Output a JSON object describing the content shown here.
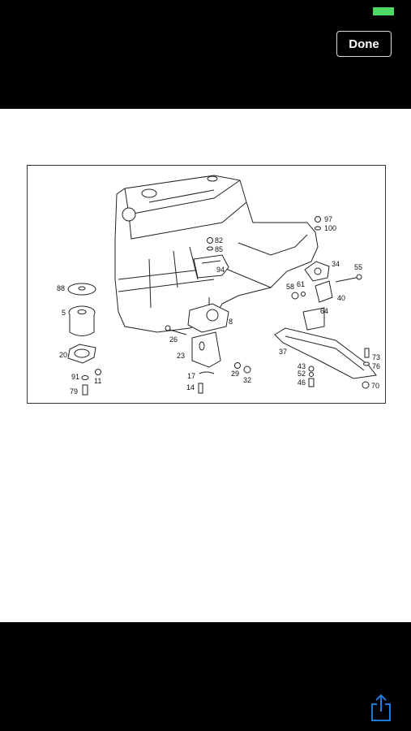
{
  "toolbar": {
    "done_label": "Done"
  },
  "colors": {
    "battery": "#4cd964",
    "accent": "#1e7bd8",
    "bars": "#000000",
    "page": "#ffffff"
  },
  "icons": {
    "share": "share-icon",
    "battery": "battery-icon"
  },
  "diagram": {
    "callouts": {
      "c88": "88",
      "c5": "5",
      "c20": "20",
      "c91": "91",
      "c11": "11",
      "c79": "79",
      "c82": "82",
      "c85": "85",
      "c94": "94",
      "c8": "8",
      "c26": "26",
      "c23": "23",
      "c17": "17",
      "c14": "14",
      "c29": "29",
      "c32": "32",
      "c97": "97",
      "c100": "100",
      "c34": "34",
      "c55": "55",
      "c58": "58",
      "c61": "61",
      "c40": "40",
      "c64": "64",
      "c37": "37",
      "c43": "43",
      "c52": "52",
      "c46": "46",
      "c73": "73",
      "c76": "76",
      "c70": "70"
    }
  }
}
